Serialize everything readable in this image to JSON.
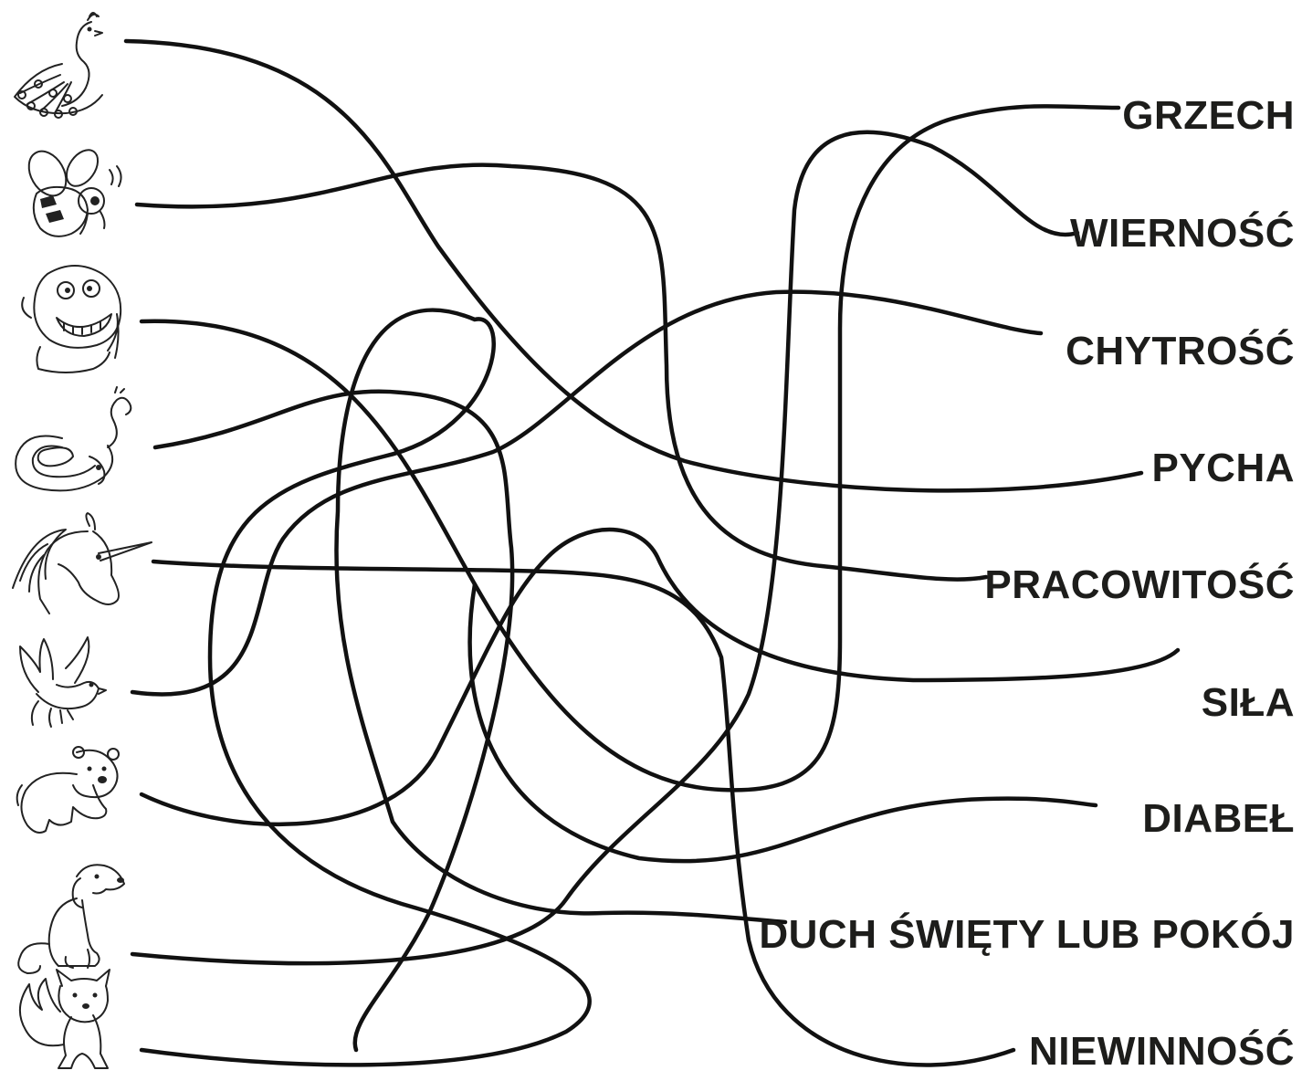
{
  "animals": [
    {
      "icon": "peacock-icon"
    },
    {
      "icon": "wasp-icon"
    },
    {
      "icon": "monkey-icon"
    },
    {
      "icon": "snake-icon"
    },
    {
      "icon": "unicorn-icon"
    },
    {
      "icon": "dove-icon"
    },
    {
      "icon": "bear-icon"
    },
    {
      "icon": "dog-icon"
    },
    {
      "icon": "fox-icon"
    }
  ],
  "words": [
    {
      "text": "GRZECH"
    },
    {
      "text": "WIERNOŚĆ"
    },
    {
      "text": "CHYTROŚĆ"
    },
    {
      "text": "PYCHA"
    },
    {
      "text": "PRACOWITOŚĆ"
    },
    {
      "text": "SIŁA"
    },
    {
      "text": "DIABEŁ"
    },
    {
      "text": "DUCH ŚWIĘTY LUB POKÓJ"
    },
    {
      "text": "NIEWINNOŚĆ"
    }
  ],
  "colors": {
    "ink": "#111111",
    "background": "#ffffff",
    "text": "#1d1d1b"
  }
}
